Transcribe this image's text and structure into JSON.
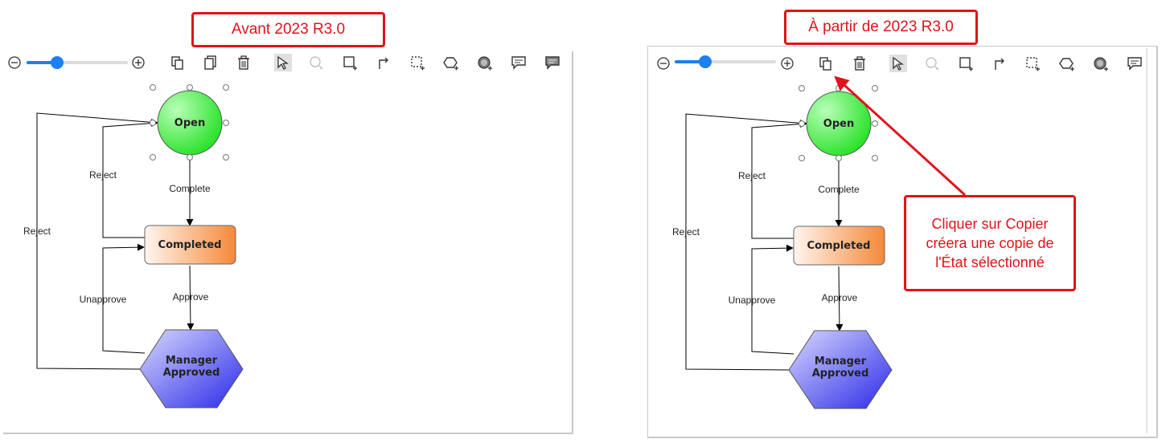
{
  "titles": {
    "left": "Avant 2023 R3.0",
    "right": "À partir de 2023 R3.0"
  },
  "callout": {
    "line1": "Cliquer sur Copier",
    "line2": "créera une copie de",
    "line3": "l'État sélectionné"
  },
  "zoom": {
    "value": 0.3
  },
  "toolbar_left": [
    "zoom-out-icon",
    "zoom-slider",
    "zoom-in-icon",
    "copy-icon",
    "paste-icon",
    "delete-icon",
    "select-pointer-icon",
    "lasso-icon",
    "add-state-icon",
    "add-transition-icon",
    "select-region-icon",
    "shape-icon",
    "fill-icon",
    "comment-icon",
    "comment-filled-icon"
  ],
  "toolbar_right": [
    "zoom-out-icon",
    "zoom-slider",
    "zoom-in-icon",
    "copy-icon",
    "delete-icon",
    "select-pointer-icon",
    "lasso-icon",
    "add-state-icon",
    "add-transition-icon",
    "select-region-icon",
    "shape-icon",
    "fill-icon",
    "comment-icon"
  ],
  "diagram": {
    "states": {
      "open": "Open",
      "completed": "Completed",
      "manager_line1": "Manager",
      "manager_line2": "Approved"
    },
    "transitions": {
      "complete": "Complete",
      "approve": "Approve",
      "reject_inner": "Reject",
      "reject_outer": "Reject",
      "unapprove": "Unapprove"
    }
  },
  "colors": {
    "accent_red": "#e0131a",
    "slider_blue": "#1c7ff2",
    "open_green": "#22e022",
    "completed_orange": "#f5893a",
    "manager_blue": "#2a2ae8"
  }
}
